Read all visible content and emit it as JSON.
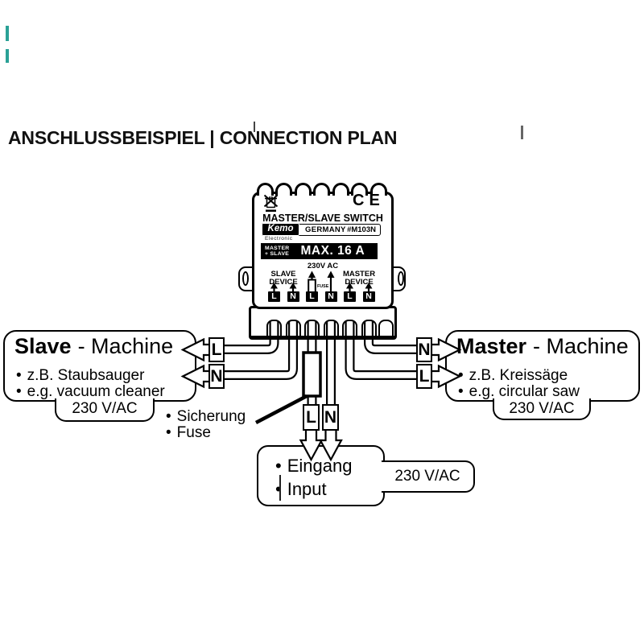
{
  "title": "ANSCHLUSSBEISPIEL | CONNECTION PLAN",
  "glyphs": {
    "bullet": "•"
  },
  "colors": {
    "annotation_mark": "#2aa196",
    "diagram_line": "#000000"
  },
  "device": {
    "name": "MASTER/SLAVE SWITCH",
    "brand": "Kemo",
    "brand_sub": "Electronic",
    "origin": "GERMANY",
    "model": "#M103N",
    "ce_mark": "CE",
    "mode_line1": "MASTER",
    "mode_line2": "+ SLAVE",
    "rating": "MAX. 16 A",
    "voltage": "230V AC",
    "slave_device_line1": "SLAVE",
    "slave_device_line2": "DEVICE",
    "master_device_line1": "MASTER",
    "master_device_line2": "DEVICE",
    "fuse_label": "FUSE",
    "terminals": [
      "L",
      "N",
      "L",
      "N",
      "L",
      "N"
    ]
  },
  "slave_box": {
    "title_bold": "Slave",
    "title_rest": "- Machine",
    "bullets": [
      "z.B. Staubsauger",
      "e.g. vacuum cleaner"
    ],
    "voltage": "230 V/AC",
    "wire_top": "L",
    "wire_bottom": "N"
  },
  "master_box": {
    "title_bold": "Master",
    "title_rest": "- Machine",
    "bullets": [
      "z.B. Kreissäge",
      "e.g. circular saw"
    ],
    "voltage": "230 V/AC",
    "wire_top": "N",
    "wire_bottom": "L"
  },
  "input_box": {
    "bullets": [
      "Eingang",
      "Input"
    ],
    "voltage": "230 V/AC",
    "wire_left": "L",
    "wire_right": "N"
  },
  "fuse_note": {
    "bullets": [
      "Sicherung",
      "Fuse"
    ]
  }
}
